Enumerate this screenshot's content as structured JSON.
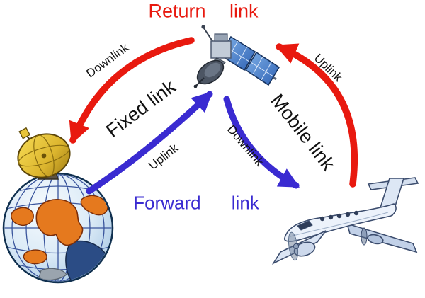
{
  "diagram": {
    "type": "satellite-communication-links",
    "labels": {
      "return_link": "Return link",
      "forward_link": "Forward link",
      "fixed_link": "Fixed link",
      "mobile_link": "Mobile link",
      "downlink_left": "Downlink",
      "uplink_left": "Uplink",
      "downlink_right": "Downlink",
      "uplink_right": "Uplink"
    },
    "colors": {
      "return_red": "#e8190f",
      "forward_blue": "#3a2bd1",
      "label_black": "#111111"
    },
    "nodes": [
      {
        "id": "ground-station",
        "icon": "satellite-dish-globe-icon"
      },
      {
        "id": "satellite",
        "icon": "satellite-icon"
      },
      {
        "id": "aircraft",
        "icon": "airplane-icon"
      }
    ],
    "links": [
      {
        "name": "Return link",
        "color": "#e8190f",
        "path": [
          "aircraft Uplink satellite",
          "satellite Downlink ground-station"
        ]
      },
      {
        "name": "Forward link",
        "color": "#3a2bd1",
        "path": [
          "ground-station Uplink satellite",
          "satellite Downlink aircraft"
        ]
      }
    ]
  }
}
